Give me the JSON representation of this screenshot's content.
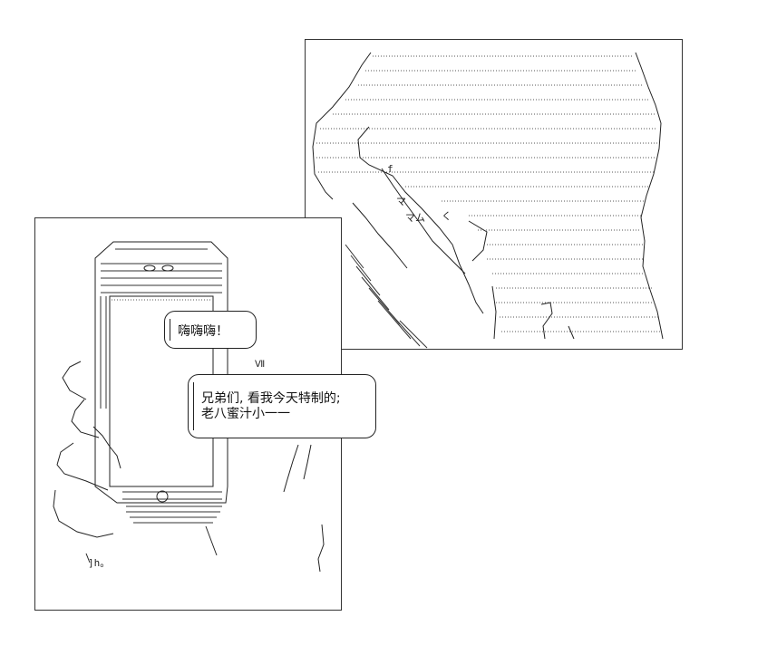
{
  "bubbles": {
    "first": {
      "line1": "嗨嗨嗨！"
    },
    "second": {
      "line1": "兄弟们, 看我今天特制的;",
      "line2": "老八蜜汁小一一"
    }
  },
  "left_panel": {
    "roman_numeral": "Ⅶ",
    "signature": "]h。"
  }
}
